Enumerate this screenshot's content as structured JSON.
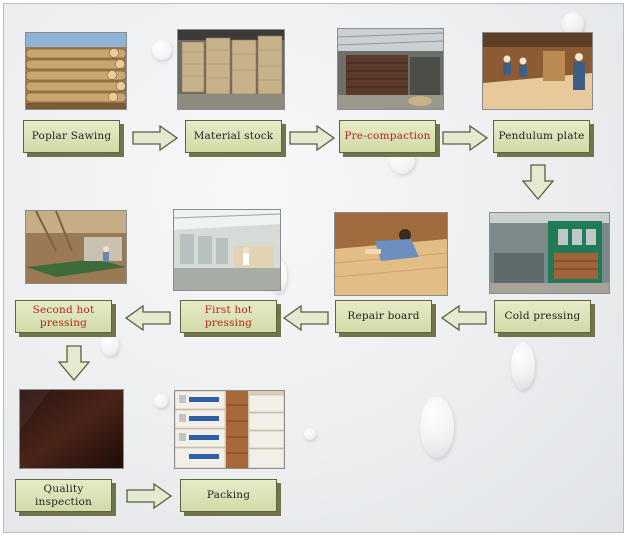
{
  "steps": [
    {
      "id": "poplar",
      "label": "Poplar Sawing",
      "color": "#1f1f1f",
      "photo": "poplar-logs-photo"
    },
    {
      "id": "material",
      "label": "Material stock",
      "color": "#1f1f1f",
      "photo": "veneer-stock-photo"
    },
    {
      "id": "precompaction",
      "label": "Pre-compaction",
      "color": "#b3261e",
      "photo": "press-machine-photo"
    },
    {
      "id": "pendulum",
      "label": "Pendulum plate",
      "color": "#1f1f1f",
      "photo": "workers-table-photo"
    },
    {
      "id": "cold",
      "label": "Cold pressing",
      "color": "#1f1f1f",
      "photo": "cold-press-photo"
    },
    {
      "id": "repair",
      "label": "Repair board",
      "color": "#1f1f1f",
      "photo": "repair-worker-photo"
    },
    {
      "id": "firsthot",
      "label": "First hot pressing",
      "color": "#b3261e",
      "photo": "factory-hall-photo"
    },
    {
      "id": "secondhot",
      "label": "Second hot pressing",
      "color": "#b3261e",
      "photo": "hot-press-line-photo"
    },
    {
      "id": "quality",
      "label": "Quality inspection",
      "color": "#1f1f1f",
      "photo": "finished-board-photo"
    },
    {
      "id": "packing",
      "label": "Packing",
      "color": "#1f1f1f",
      "photo": "packed-boxes-photo"
    }
  ],
  "colors": {
    "box_fill": "#dfe5b9",
    "box_border": "#5f6542",
    "box_shadow": "#6f7549",
    "arrow_fill": "#e4ead0",
    "arrow_stroke": "#5a5f40",
    "highlight_text": "#b3261e"
  }
}
